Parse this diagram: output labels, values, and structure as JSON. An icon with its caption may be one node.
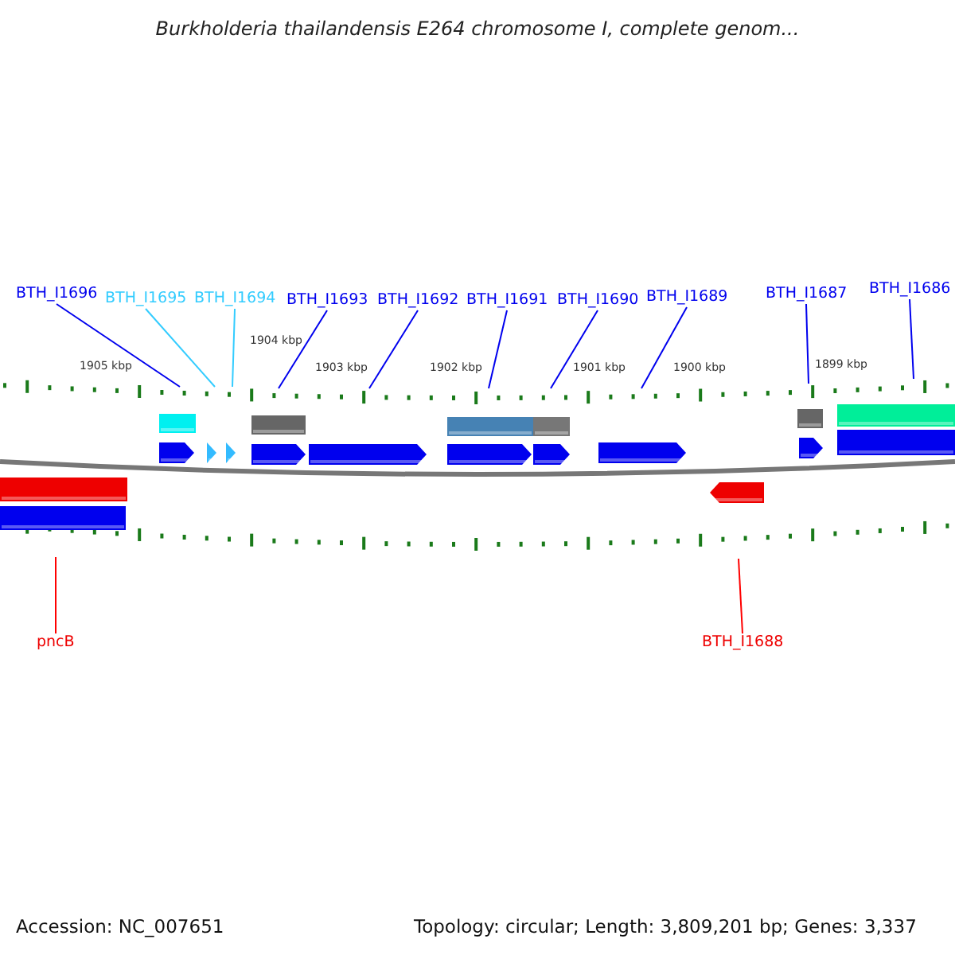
{
  "diagram": {
    "title": "Burkholderia thailandensis E264 chromosome I, complete genom...",
    "nodes": [
      {
        "text": [
          "BTH_I1696"
        ]
      },
      {
        "text": [
          "BTH_I1695"
        ]
      },
      {
        "text": [
          "BTH_I1694"
        ]
      },
      {
        "text": [
          "BTH_I1693"
        ]
      },
      {
        "text": [
          "BTH_I1692"
        ]
      },
      {
        "text": [
          "BTH_I1691"
        ]
      },
      {
        "text": [
          "BTH_I1690"
        ]
      },
      {
        "text": [
          "BTH_I1689"
        ]
      },
      {
        "text": [
          "BTH_I1687"
        ]
      },
      {
        "text": [
          "BTH_I1686"
        ]
      },
      {
        "text": [
          "pncB"
        ]
      },
      {
        "text": [
          "BTH_I1688"
        ]
      }
    ],
    "edges": [
      {
        "from": 0,
        "to": null,
        "arrow": "none"
      },
      {
        "from": 1,
        "to": null,
        "arrow": "none",
        "color": "#33ccff"
      },
      {
        "from": 2,
        "to": null,
        "arrow": "none",
        "color": "#33ccff"
      },
      {
        "from": 3,
        "to": null,
        "arrow": "none"
      },
      {
        "from": 4,
        "to": null,
        "arrow": "none"
      },
      {
        "from": 5,
        "to": null,
        "arrow": "none"
      },
      {
        "from": 6,
        "to": null,
        "arrow": "none"
      },
      {
        "from": 7,
        "to": null,
        "arrow": "none"
      },
      {
        "from": 8,
        "to": null,
        "arrow": "none"
      },
      {
        "from": 9,
        "to": null,
        "arrow": "none"
      },
      {
        "from": 10,
        "to": null,
        "arrow": "none",
        "color": "#ff0000"
      },
      {
        "from": 11,
        "to": null,
        "arrow": "none",
        "color": "#ff0000"
      }
    ],
    "labels": [
      "1905 kbp",
      "1904 kbp",
      "1903 kbp",
      "1902 kbp",
      "1901 kbp",
      "1900 kbp",
      "1899 kbp",
      "Accession: NC_007651",
      "Topology: circular; Length: 3,809,201 bp; Genes: 3,337"
    ]
  }
}
